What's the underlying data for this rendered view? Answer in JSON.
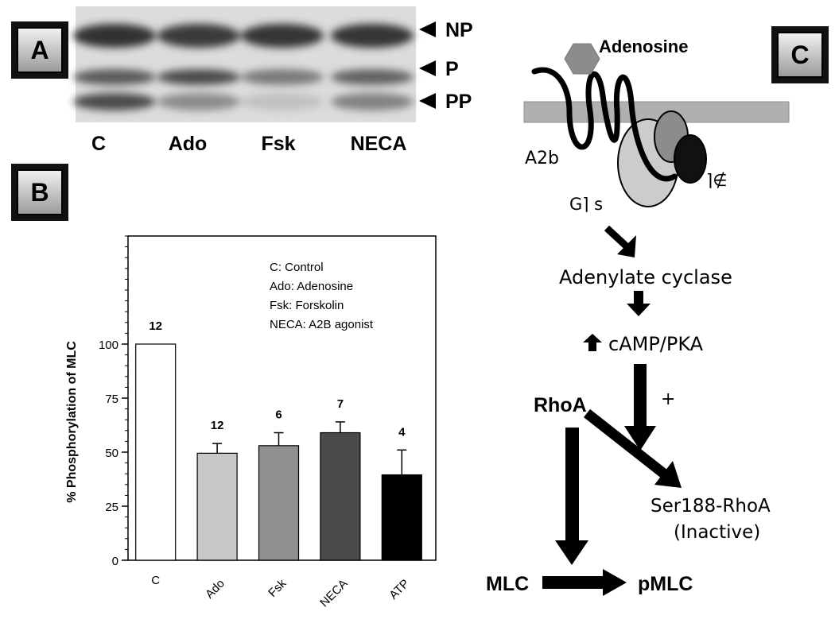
{
  "panels": {
    "a": {
      "label": "A"
    },
    "b": {
      "label": "B"
    },
    "c": {
      "label": "C"
    }
  },
  "blot": {
    "band_labels": [
      "NP",
      "P",
      "PP"
    ],
    "lanes": [
      "C",
      "Ado",
      "Fsk",
      "NECA"
    ],
    "intensity": {
      "NP": [
        0.95,
        0.9,
        0.92,
        0.93
      ],
      "P": [
        0.72,
        0.8,
        0.55,
        0.68
      ],
      "PP": [
        0.8,
        0.45,
        0.15,
        0.5
      ]
    }
  },
  "chart_data": {
    "type": "bar",
    "ylabel": "% Phosphorylation of MLC",
    "categories": [
      "C",
      "Ado",
      "Fsk",
      "NECA",
      "ATP"
    ],
    "values": [
      100,
      49.5,
      53,
      59,
      39.5
    ],
    "errors": [
      0,
      4.5,
      6,
      5,
      11.5
    ],
    "n_labels": [
      "12",
      "12",
      "6",
      "7",
      "4"
    ],
    "colors": [
      "#ffffff",
      "#c8c8c8",
      "#8f8f8f",
      "#4a4a4a",
      "#000000"
    ],
    "ylim": [
      0,
      150
    ],
    "yticks": [
      0,
      25,
      50,
      75,
      100
    ],
    "legend": [
      "C: Control",
      "Ado: Adenosine",
      "Fsk: Forskolin",
      "NECA: A2B agonist"
    ]
  },
  "pathway": {
    "adenosine": "Adenosine",
    "receptor": "A2b",
    "g_alpha": "G⌉ s",
    "g_beta": "⌉∉",
    "adenylate_cyclase": "Adenylate cyclase",
    "camp_pka": "cAMP/PKA",
    "plus": "+",
    "rhoa": "RhoA",
    "ser188_line1": "Ser188-RhoA",
    "ser188_line2": "(Inactive)",
    "mlc": "MLC",
    "pmlc": "pMLC"
  }
}
